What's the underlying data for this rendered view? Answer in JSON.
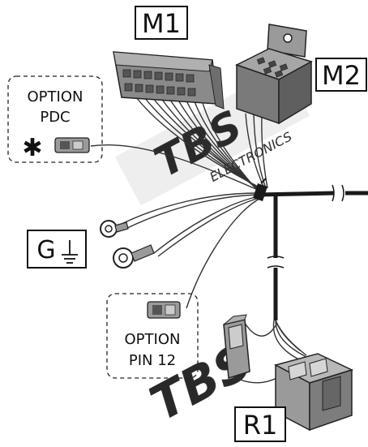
{
  "labels": {
    "m1": "M1",
    "m2": "M2",
    "g": "G",
    "r1": "R1",
    "option_pdc_line1": "OPTION",
    "option_pdc_line2": "PDC",
    "option_pin12_line1": "OPTION",
    "option_pin12_line2": "PIN 12",
    "asterisk": "✱"
  },
  "watermark": {
    "line1": "TBS",
    "line2": "ELECTRONICS"
  },
  "colors": {
    "ink": "#111111",
    "connector_gray": "#7d7d7d",
    "connector_dark": "#5f5f5f",
    "connector_light": "#b9b9b9",
    "relay_body": "#808080",
    "watermark": "#e3e3e3",
    "cable": "#1a1a1a"
  }
}
